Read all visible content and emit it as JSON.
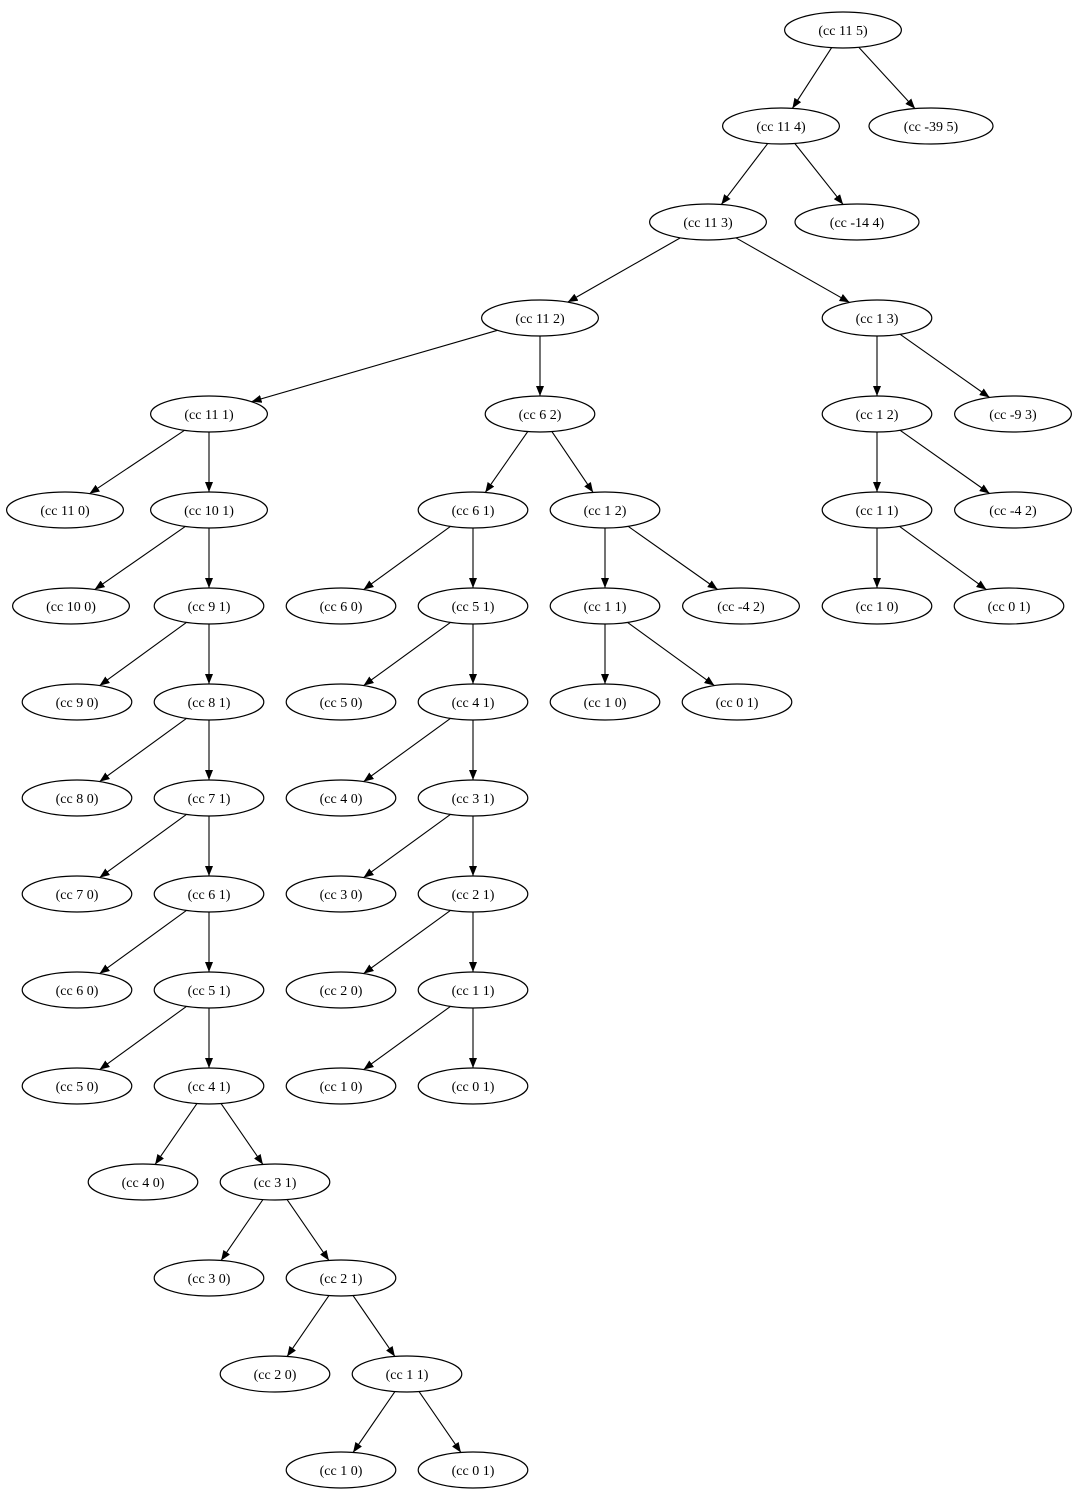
{
  "nodes": [
    {
      "id": "n0",
      "label": "(cc 11 5)"
    },
    {
      "id": "n1",
      "label": "(cc 11 4)"
    },
    {
      "id": "n2",
      "label": "(cc -39 5)"
    },
    {
      "id": "n3",
      "label": "(cc 11 3)"
    },
    {
      "id": "n4",
      "label": "(cc -14 4)"
    },
    {
      "id": "n5",
      "label": "(cc 11 2)"
    },
    {
      "id": "n6",
      "label": "(cc 1 3)"
    },
    {
      "id": "n7",
      "label": "(cc 11 1)"
    },
    {
      "id": "n8",
      "label": "(cc 6 2)"
    },
    {
      "id": "n9",
      "label": "(cc 1 2)"
    },
    {
      "id": "n10",
      "label": "(cc -9 3)"
    },
    {
      "id": "n11",
      "label": "(cc 11 0)"
    },
    {
      "id": "n12",
      "label": "(cc 10 1)"
    },
    {
      "id": "n13",
      "label": "(cc 6 1)"
    },
    {
      "id": "n14",
      "label": "(cc 1 2)"
    },
    {
      "id": "n15",
      "label": "(cc 1 1)"
    },
    {
      "id": "n16",
      "label": "(cc -4 2)"
    },
    {
      "id": "n17",
      "label": "(cc 10 0)"
    },
    {
      "id": "n18",
      "label": "(cc 9 1)"
    },
    {
      "id": "n19",
      "label": "(cc 6 0)"
    },
    {
      "id": "n20",
      "label": "(cc 5 1)"
    },
    {
      "id": "n21",
      "label": "(cc 1 1)"
    },
    {
      "id": "n22",
      "label": "(cc -4 2)"
    },
    {
      "id": "n23",
      "label": "(cc 1 0)"
    },
    {
      "id": "n24",
      "label": "(cc 0 1)"
    },
    {
      "id": "n25",
      "label": "(cc 9 0)"
    },
    {
      "id": "n26",
      "label": "(cc 8 1)"
    },
    {
      "id": "n27",
      "label": "(cc 5 0)"
    },
    {
      "id": "n28",
      "label": "(cc 4 1)"
    },
    {
      "id": "n29",
      "label": "(cc 1 0)"
    },
    {
      "id": "n30",
      "label": "(cc 0 1)"
    },
    {
      "id": "n31",
      "label": "(cc 8 0)"
    },
    {
      "id": "n32",
      "label": "(cc 7 1)"
    },
    {
      "id": "n33",
      "label": "(cc 4 0)"
    },
    {
      "id": "n34",
      "label": "(cc 3 1)"
    },
    {
      "id": "n35",
      "label": "(cc 7 0)"
    },
    {
      "id": "n36",
      "label": "(cc 6 1)"
    },
    {
      "id": "n37",
      "label": "(cc 3 0)"
    },
    {
      "id": "n38",
      "label": "(cc 2 1)"
    },
    {
      "id": "n39",
      "label": "(cc 6 0)"
    },
    {
      "id": "n40",
      "label": "(cc 5 1)"
    },
    {
      "id": "n41",
      "label": "(cc 2 0)"
    },
    {
      "id": "n42",
      "label": "(cc 1 1)"
    },
    {
      "id": "n43",
      "label": "(cc 5 0)"
    },
    {
      "id": "n44",
      "label": "(cc 4 1)"
    },
    {
      "id": "n45",
      "label": "(cc 1 0)"
    },
    {
      "id": "n46",
      "label": "(cc 0 1)"
    },
    {
      "id": "n47",
      "label": "(cc 4 0)"
    },
    {
      "id": "n48",
      "label": "(cc 3 1)"
    },
    {
      "id": "n49",
      "label": "(cc 3 0)"
    },
    {
      "id": "n50",
      "label": "(cc 2 1)"
    },
    {
      "id": "n51",
      "label": "(cc 2 0)"
    },
    {
      "id": "n52",
      "label": "(cc 1 1)"
    },
    {
      "id": "n53",
      "label": "(cc 1 0)"
    },
    {
      "id": "n54",
      "label": "(cc 0 1)"
    }
  ],
  "edges": [
    [
      "n0",
      "n1"
    ],
    [
      "n0",
      "n2"
    ],
    [
      "n1",
      "n3"
    ],
    [
      "n1",
      "n4"
    ],
    [
      "n3",
      "n5"
    ],
    [
      "n3",
      "n6"
    ],
    [
      "n5",
      "n7"
    ],
    [
      "n5",
      "n8"
    ],
    [
      "n6",
      "n9"
    ],
    [
      "n6",
      "n10"
    ],
    [
      "n7",
      "n11"
    ],
    [
      "n7",
      "n12"
    ],
    [
      "n8",
      "n13"
    ],
    [
      "n8",
      "n14"
    ],
    [
      "n9",
      "n15"
    ],
    [
      "n9",
      "n16"
    ],
    [
      "n12",
      "n17"
    ],
    [
      "n12",
      "n18"
    ],
    [
      "n13",
      "n19"
    ],
    [
      "n13",
      "n20"
    ],
    [
      "n14",
      "n21"
    ],
    [
      "n14",
      "n22"
    ],
    [
      "n15",
      "n23"
    ],
    [
      "n15",
      "n24"
    ],
    [
      "n18",
      "n25"
    ],
    [
      "n18",
      "n26"
    ],
    [
      "n20",
      "n27"
    ],
    [
      "n20",
      "n28"
    ],
    [
      "n21",
      "n29"
    ],
    [
      "n21",
      "n30"
    ],
    [
      "n26",
      "n31"
    ],
    [
      "n26",
      "n32"
    ],
    [
      "n28",
      "n33"
    ],
    [
      "n28",
      "n34"
    ],
    [
      "n32",
      "n35"
    ],
    [
      "n32",
      "n36"
    ],
    [
      "n34",
      "n37"
    ],
    [
      "n34",
      "n38"
    ],
    [
      "n36",
      "n39"
    ],
    [
      "n36",
      "n40"
    ],
    [
      "n38",
      "n41"
    ],
    [
      "n38",
      "n42"
    ],
    [
      "n40",
      "n43"
    ],
    [
      "n40",
      "n44"
    ],
    [
      "n42",
      "n45"
    ],
    [
      "n42",
      "n46"
    ],
    [
      "n44",
      "n47"
    ],
    [
      "n44",
      "n48"
    ],
    [
      "n48",
      "n49"
    ],
    [
      "n48",
      "n50"
    ],
    [
      "n50",
      "n51"
    ],
    [
      "n50",
      "n52"
    ],
    [
      "n52",
      "n53"
    ],
    [
      "n52",
      "n54"
    ]
  ]
}
